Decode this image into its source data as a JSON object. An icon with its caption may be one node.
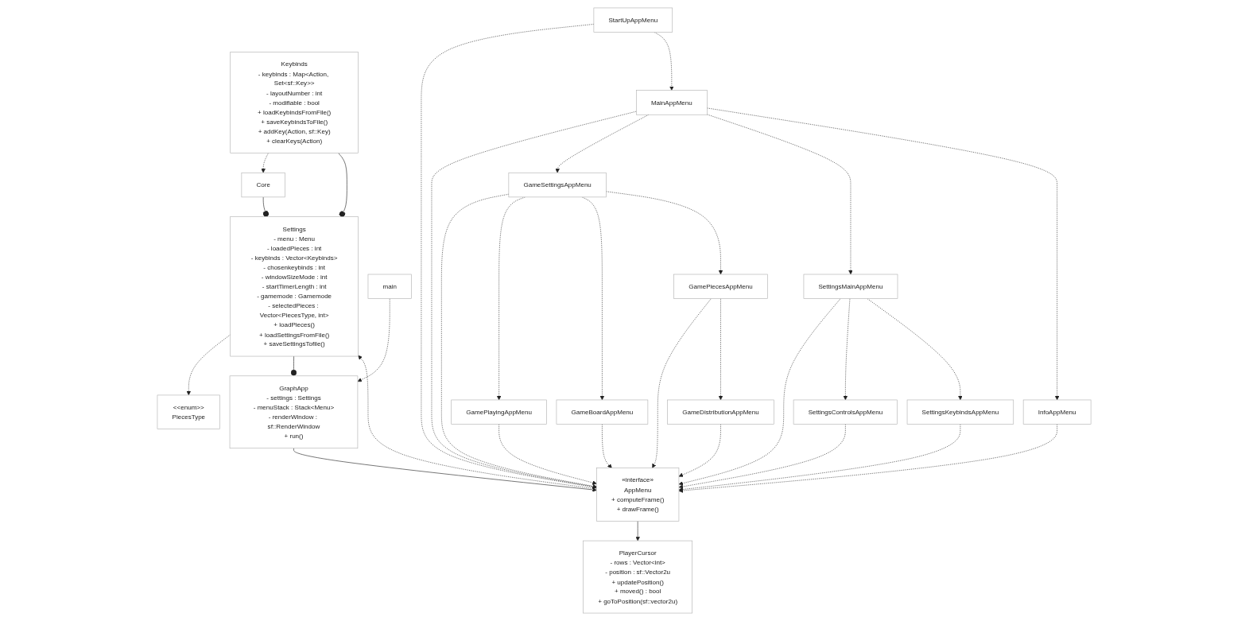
{
  "diagram": {
    "nodes": [
      {
        "text": [
          "<<enum>>",
          "PiecesType"
        ]
      },
      {
        "text": [
          "Settings",
          "- menu : Menu",
          "- loadedPieces : int",
          "- keybinds : Vector<Keybinds>",
          "- chosenkeybinds : int",
          "- windowSizeMode : int",
          "- startTimerLength : int",
          "- gamemode : Gamemode",
          "- selectedPieces : Vector<PiecesType, int>",
          "+ loadPieces()",
          "+ loadSettingsFromFile()",
          "+ saveSettingsTofile()"
        ]
      },
      {
        "text": [
          "Core"
        ]
      },
      {
        "text": [
          "Keybinds",
          "- keybinds : Map<Action, Set<sf::Key>>",
          "- layoutNumber : int",
          "- modifiable : bool",
          "+ loadKeybindsFromFile()",
          "+ saveKeybindsToFile()",
          "+ addKey(Action, sf::Key)",
          "+ clearKeys(Action)"
        ]
      },
      {
        "text": [
          "main"
        ]
      },
      {
        "text": [
          "GraphApp",
          "- settings : Settings",
          "- menuStack : Stack<Menu>",
          "- renderWindow : sf::RenderWindow",
          "+ run()"
        ]
      },
      {
        "text": [
          "«interface»",
          "AppMenu",
          "+ computeFrame()",
          "+ drawFrame()"
        ]
      },
      {
        "text": [
          "PlayerCursor",
          "- rows : Vector<int>",
          "- position : sf::Vector2u",
          "+ updatePosition()",
          "+ moved() : bool",
          "+ goToPosition(sf::vector2u)"
        ]
      },
      {
        "text": [
          "StartUpAppMenu"
        ]
      },
      {
        "text": [
          "MainAppMenu"
        ]
      },
      {
        "text": [
          "GameSettingsAppMenu"
        ]
      },
      {
        "text": [
          "GamePlayingAppMenu"
        ]
      },
      {
        "text": [
          "GameBoardAppMenu"
        ]
      },
      {
        "text": [
          "GamePiecesAppMenu"
        ]
      },
      {
        "text": [
          "GameDistributionAppMenu"
        ]
      },
      {
        "text": [
          "SettingsMainAppMenu"
        ]
      },
      {
        "text": [
          "SettingsControlsAppMenu"
        ]
      },
      {
        "text": [
          "SettingsKeybindsAppMenu"
        ]
      },
      {
        "text": [
          "InfoAppMenu"
        ]
      }
    ],
    "edges": [
      {
        "from": 1,
        "to": 0,
        "arrow": "to",
        "style": "dashed"
      },
      {
        "from": 2,
        "to": 1,
        "arrow": "other"
      },
      {
        "from": 3,
        "to": 2,
        "arrow": "to",
        "style": "dashed"
      },
      {
        "from": 3,
        "to": 1,
        "arrow": "other"
      },
      {
        "from": 1,
        "to": 5,
        "arrow": "other"
      },
      {
        "from": 4,
        "to": 5,
        "arrow": "to",
        "style": "dashed"
      },
      {
        "from": 5,
        "to": 6,
        "arrow": "to"
      },
      {
        "from": 6,
        "to": 1,
        "arrow": "to",
        "style": "dashed"
      },
      {
        "from": 6,
        "to": 7,
        "arrow": "to"
      },
      {
        "from": 8,
        "to": 6,
        "arrow": "to",
        "style": "dashed"
      },
      {
        "from": 9,
        "to": 6,
        "arrow": "to",
        "style": "dashed"
      },
      {
        "from": 10,
        "to": 6,
        "arrow": "to",
        "style": "dashed"
      },
      {
        "from": 11,
        "to": 6,
        "arrow": "to",
        "style": "dashed"
      },
      {
        "from": 12,
        "to": 6,
        "arrow": "to",
        "style": "dashed"
      },
      {
        "from": 13,
        "to": 6,
        "arrow": "to",
        "style": "dashed"
      },
      {
        "from": 14,
        "to": 6,
        "arrow": "to",
        "style": "dashed"
      },
      {
        "from": 15,
        "to": 6,
        "arrow": "to",
        "style": "dashed"
      },
      {
        "from": 16,
        "to": 6,
        "arrow": "to",
        "style": "dashed"
      },
      {
        "from": 17,
        "to": 6,
        "arrow": "to",
        "style": "dashed"
      },
      {
        "from": 18,
        "to": 6,
        "arrow": "to",
        "style": "dashed"
      },
      {
        "from": 8,
        "to": 9,
        "arrow": "to",
        "style": "dashed"
      },
      {
        "from": 9,
        "to": 10,
        "arrow": "to",
        "style": "dashed"
      },
      {
        "from": 9,
        "to": 15,
        "arrow": "to",
        "style": "dashed"
      },
      {
        "from": 9,
        "to": 18,
        "arrow": "to",
        "style": "dashed"
      },
      {
        "from": 10,
        "to": 11,
        "arrow": "to",
        "style": "dashed"
      },
      {
        "from": 10,
        "to": 12,
        "arrow": "to",
        "style": "dashed"
      },
      {
        "from": 10,
        "to": 13,
        "arrow": "to",
        "style": "dashed"
      },
      {
        "from": 13,
        "to": 14,
        "arrow": "to",
        "style": "dashed"
      },
      {
        "from": 15,
        "to": 16,
        "arrow": "to",
        "style": "dashed"
      },
      {
        "from": 15,
        "to": 17,
        "arrow": "to",
        "style": "dashed"
      }
    ]
  }
}
